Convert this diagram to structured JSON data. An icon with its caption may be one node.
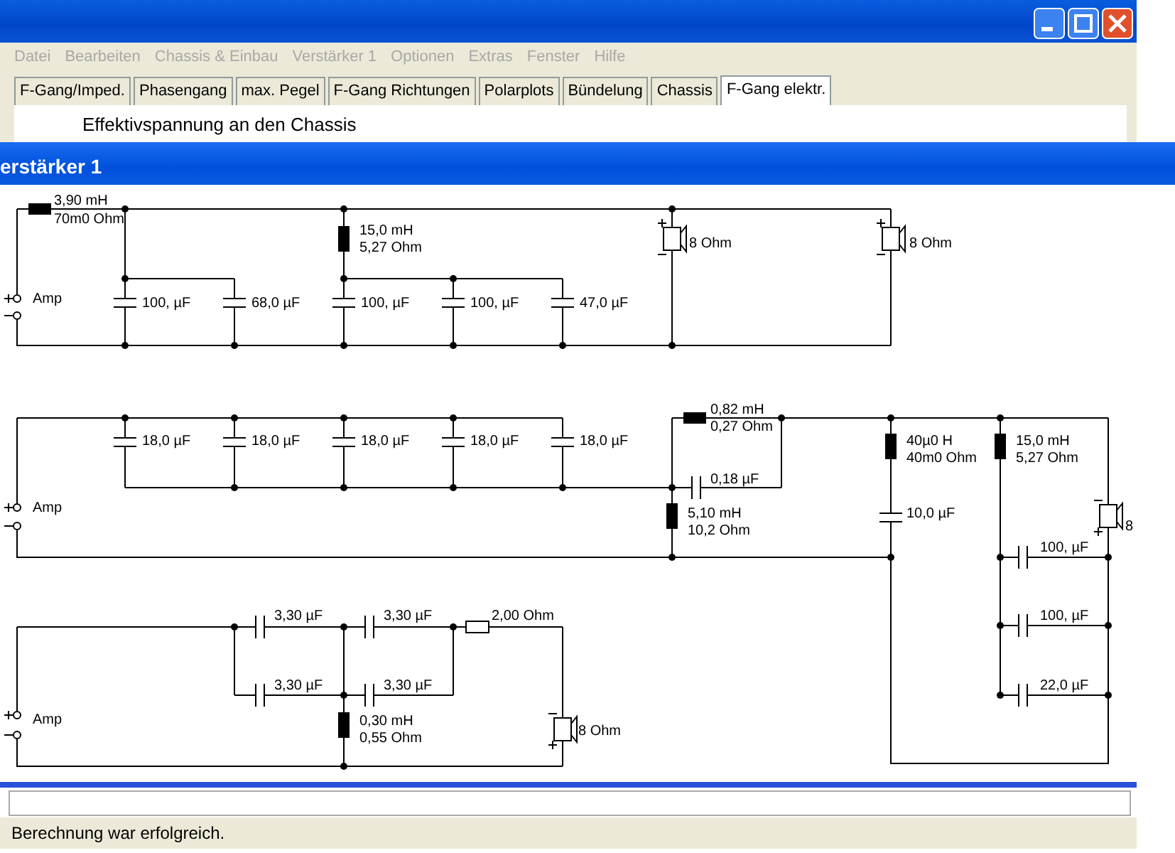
{
  "diagram": {
    "labels": [
      "Datei",
      "Bearbeiten",
      "Chassis & Einbau",
      "Verstärker 1",
      "Optionen",
      "Extras",
      "Fenster",
      "Hilfe",
      "F-Gang/Imped.",
      "Phasengang",
      "max. Pegel",
      "F-Gang Richtungen",
      "Polarplots",
      "Bündelung",
      "Chassis",
      "F-Gang elektr.",
      "Effektivspannung an den Chassis",
      "erstärker 1",
      "3,90 mH",
      "70m0 Ohm",
      "15,0 mH",
      "5,27 Ohm",
      "8 Ohm",
      "8 Ohm",
      "Amp",
      "100, µF",
      "68,0 µF",
      "100, µF",
      "100, µF",
      "47,0 µF",
      "0,82 mH",
      "0,27 Ohm",
      "18,0 µF",
      "18,0 µF",
      "18,0 µF",
      "18,0 µF",
      "18,0 µF",
      "0,18 µF",
      "40µ0 H",
      "40m0 Ohm",
      "15,0 mH",
      "5,27 Ohm",
      "Amp",
      "5,10 mH",
      "10,2 Ohm",
      "10,0 µF",
      "8",
      "100, µF",
      "100, µF",
      "22,0 µF",
      "3,30 µF",
      "3,30 µF",
      "2,00 Ohm",
      "3,30 µF",
      "3,30 µF",
      "Amp",
      "0,30 mH",
      "0,55 Ohm",
      "8 Ohm",
      "Berechnung war erfolgreich."
    ]
  }
}
